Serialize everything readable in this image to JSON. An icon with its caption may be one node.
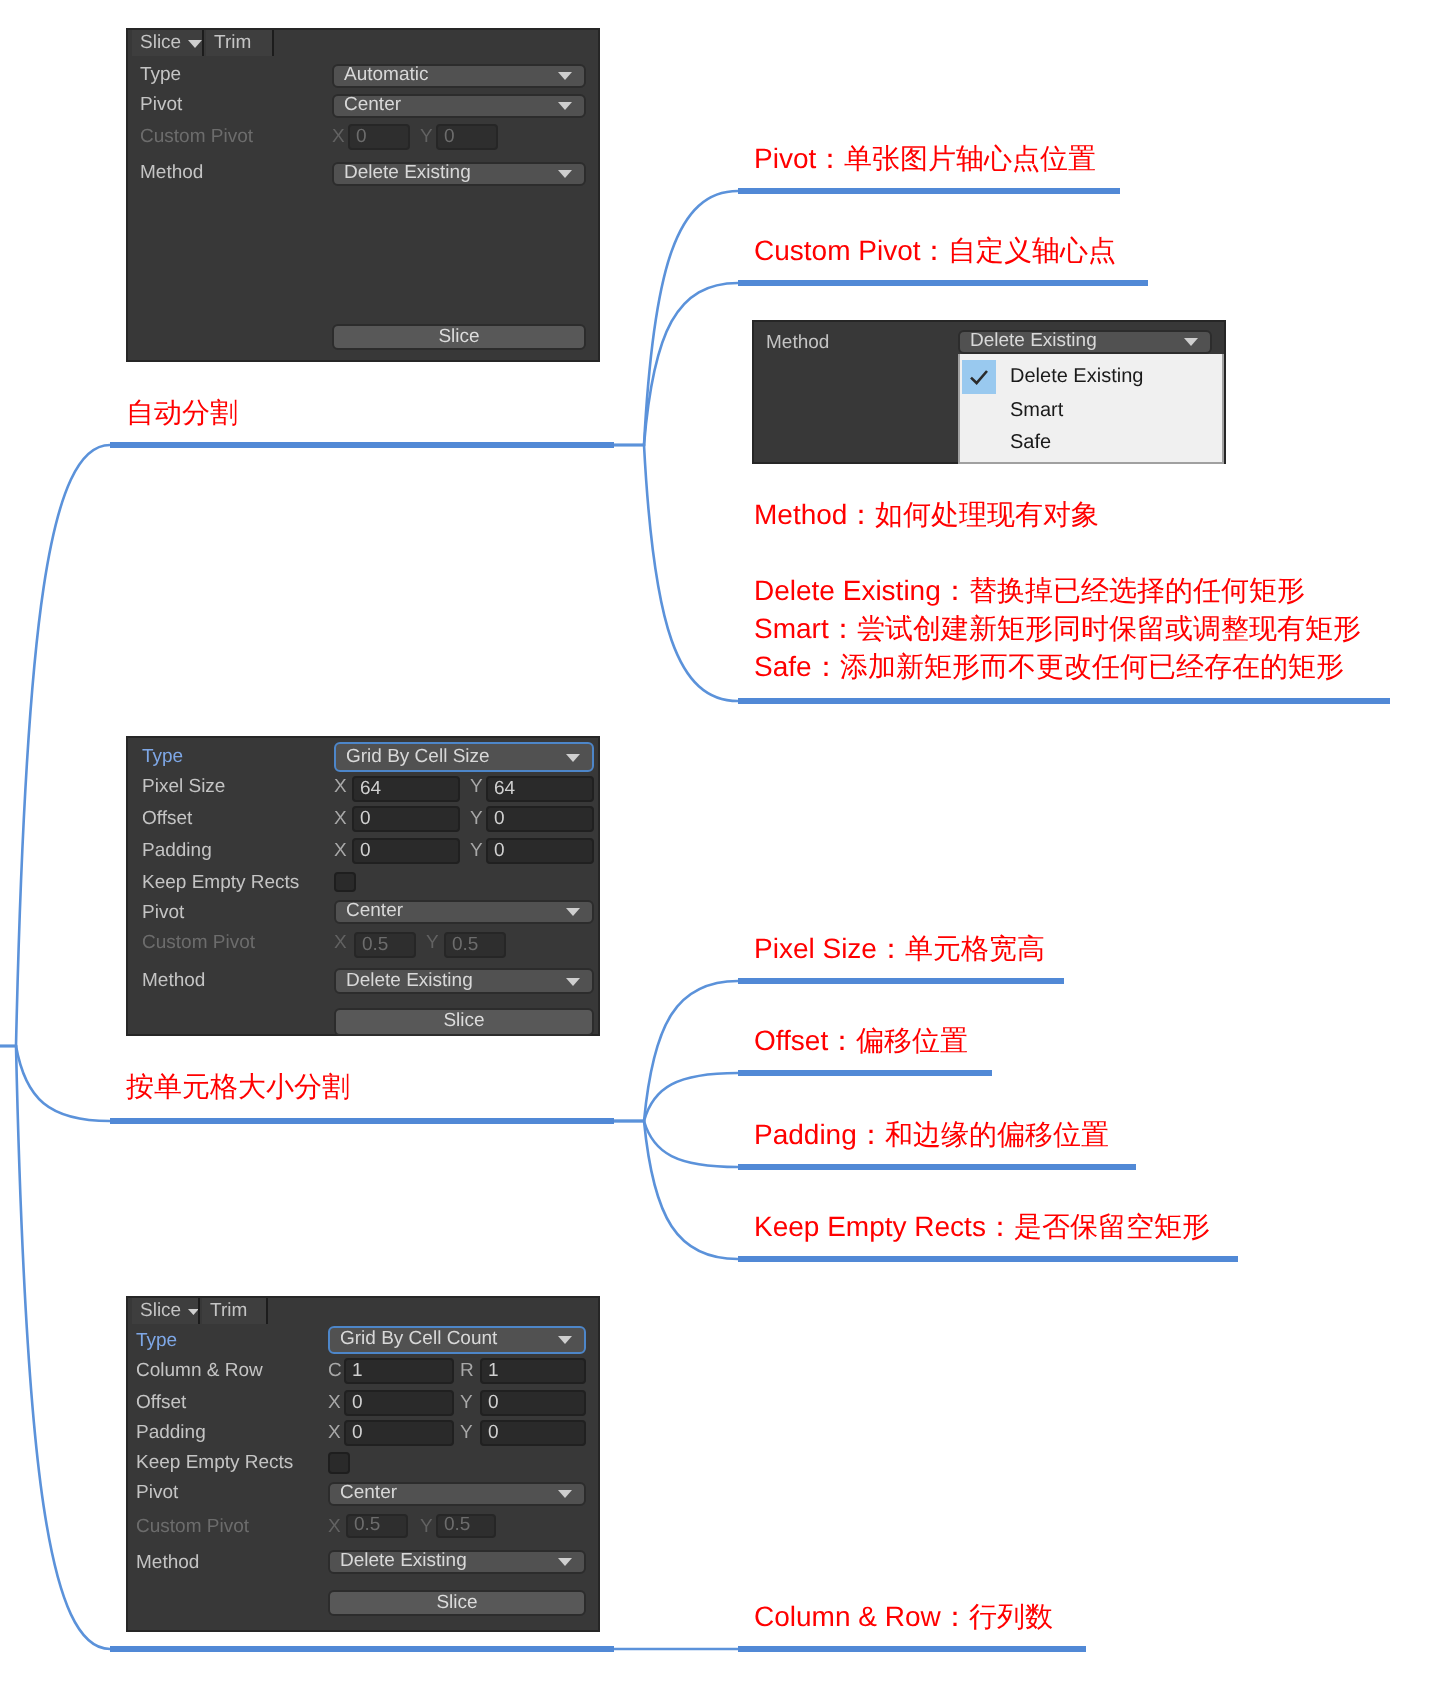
{
  "diagram": {
    "nodes": [
      {
        "text": [
          "自动分割"
        ]
      },
      {
        "text": [
          "Slice",
          "Trim",
          "Type",
          "Automatic",
          "Pivot",
          "Center",
          "Custom Pivot",
          "X",
          "0",
          "Y",
          "0",
          "Method",
          "Delete Existing",
          "Slice"
        ],
        "in": 0
      },
      {
        "text": [
          "Pivot：单张图片轴心点位置"
        ]
      },
      {
        "text": [
          "Custom Pivot：自定义轴心点"
        ]
      },
      {
        "text": [
          "Method：如何处理现有对象",
          "Delete Existing：替换掉已经选择的任何矩形",
          "Smart：尝试创建新矩形同时保留或调整现有矩形",
          "Safe：添加新矩形而不更改任何已经存在的矩形"
        ]
      },
      {
        "text": [
          "Method",
          "Delete Existing",
          "Delete Existing",
          "Smart",
          "Safe"
        ],
        "in": 4
      },
      {
        "text": [
          "按单元格大小分割"
        ]
      },
      {
        "text": [
          "Type",
          "Grid By Cell Size",
          "Pixel Size",
          "X",
          "64",
          "Y",
          "64",
          "Offset",
          "X",
          "0",
          "Y",
          "0",
          "Padding",
          "X",
          "0",
          "Y",
          "0",
          "Keep Empty Rects",
          "Pivot",
          "Center",
          "Custom Pivot",
          "X",
          "0.5",
          "Y",
          "0.5",
          "Method",
          "Delete Existing",
          "Slice"
        ],
        "in": 6
      },
      {
        "text": [
          "Pixel Size：单元格宽高"
        ]
      },
      {
        "text": [
          "Offset：偏移位置"
        ]
      },
      {
        "text": [
          "Padding：和边缘的偏移位置"
        ]
      },
      {
        "text": [
          "Keep Empty Rects：是否保留空矩形"
        ]
      },
      {
        "text": [],
        "shape": "line"
      },
      {
        "text": [
          "Slice",
          "Trim",
          "Type",
          "Grid By Cell Count",
          "Column & Row",
          "C",
          "1",
          "R",
          "1",
          "Offset",
          "X",
          "0",
          "Y",
          "0",
          "Padding",
          "X",
          "0",
          "Y",
          "0",
          "Keep Empty Rects",
          "Pivot",
          "Center",
          "Custom Pivot",
          "X",
          "0.5",
          "Y",
          "0.5",
          "Method",
          "Delete Existing",
          "Slice"
        ],
        "in": 12
      },
      {
        "text": [
          "Column & Row：行列数"
        ]
      }
    ],
    "edges": [
      {
        "from": null,
        "to": 0,
        "arrow": "none"
      },
      {
        "from": null,
        "to": 6,
        "arrow": "none"
      },
      {
        "from": null,
        "to": 12,
        "arrow": "none"
      },
      {
        "from": 0,
        "to": 2,
        "arrow": "none"
      },
      {
        "from": 0,
        "to": 3,
        "arrow": "none"
      },
      {
        "from": 0,
        "to": 4,
        "arrow": "none"
      },
      {
        "from": 6,
        "to": 8,
        "arrow": "none"
      },
      {
        "from": 6,
        "to": 9,
        "arrow": "none"
      },
      {
        "from": 6,
        "to": 10,
        "arrow": "none"
      },
      {
        "from": 6,
        "to": 11,
        "arrow": "none"
      },
      {
        "from": 12,
        "to": 14,
        "arrow": "none"
      }
    ]
  }
}
